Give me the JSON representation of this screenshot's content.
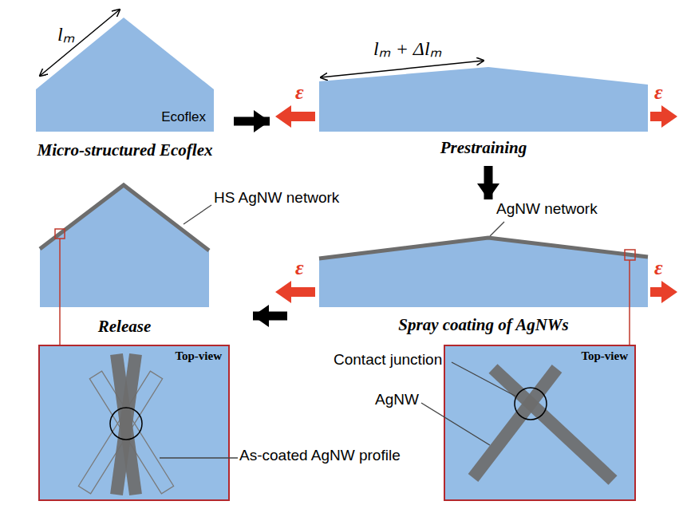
{
  "diagram": {
    "nodes": [
      {
        "text": [
          "Ecoflex",
          "Micro-structured Ecoflex"
        ]
      },
      {
        "text": [
          "Prestraining"
        ]
      },
      {
        "text": [
          "Spray coating of AgNWs"
        ]
      },
      {
        "text": [
          "Release"
        ]
      },
      {
        "text": [
          "Top-view"
        ]
      },
      {
        "text": [
          "Top-view"
        ]
      }
    ],
    "edges": [
      {
        "from": 0,
        "to": 1,
        "arrow": "to"
      },
      {
        "from": 1,
        "to": 2,
        "arrow": "to"
      },
      {
        "from": 2,
        "to": 3,
        "arrow": "to"
      }
    ],
    "labels": [
      "lₘ",
      "lₘ + Δlₘ",
      "ε",
      "ε",
      "ε",
      "ε",
      "AgNW network",
      "HS AgNW network",
      "Contact junction",
      "AgNW",
      "As-coated AgNW profile"
    ]
  }
}
